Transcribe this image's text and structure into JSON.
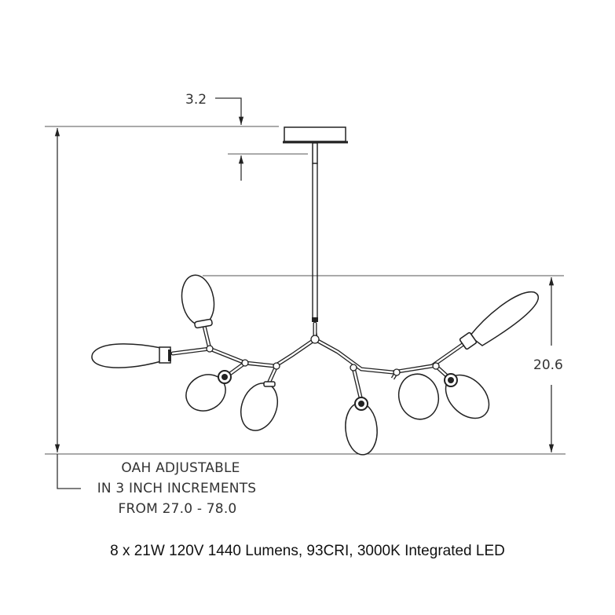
{
  "drawing": {
    "dimensions": {
      "canopy_height": "3.2",
      "fixture_height": "20.6"
    },
    "note": {
      "line1": "OAH ADJUSTABLE",
      "line2": "IN 3 INCH INCREMENTS",
      "line3": "FROM 27.0 - 78.0"
    },
    "caption": "8 x 21W 120V 1440 Lumens, 93CRI, 3000K Integrated LED",
    "colors": {
      "line": "#333333",
      "text": "#333333",
      "background": "#ffffff"
    }
  }
}
